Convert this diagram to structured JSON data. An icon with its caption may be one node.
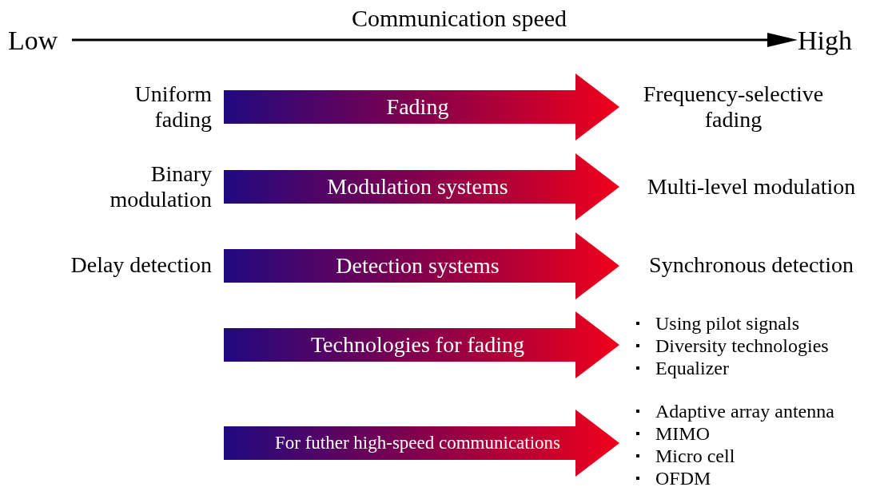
{
  "diagram": {
    "nodes": [
      {
        "text": [
          "Fading"
        ],
        "beside": [
          "Uniform fading",
          "Frequency-selective fading"
        ]
      },
      {
        "text": [
          "Modulation systems"
        ],
        "beside": [
          "Binary modulation",
          "Multi-level modulation"
        ]
      },
      {
        "text": [
          "Detection systems"
        ],
        "beside": [
          "Delay detection",
          "Synchronous detection"
        ]
      },
      {
        "text": [
          "Technologies for fading"
        ],
        "beside": [
          "Using pilot signals",
          "Diversity technologies",
          "Equalizer"
        ]
      },
      {
        "text": [
          "For futher high-speed communications"
        ],
        "beside": [
          "Adaptive array antenna",
          "MIMO",
          "Micro cell",
          "OFDM"
        ]
      }
    ],
    "labels": [
      "Communication speed",
      "Low",
      "High"
    ]
  }
}
